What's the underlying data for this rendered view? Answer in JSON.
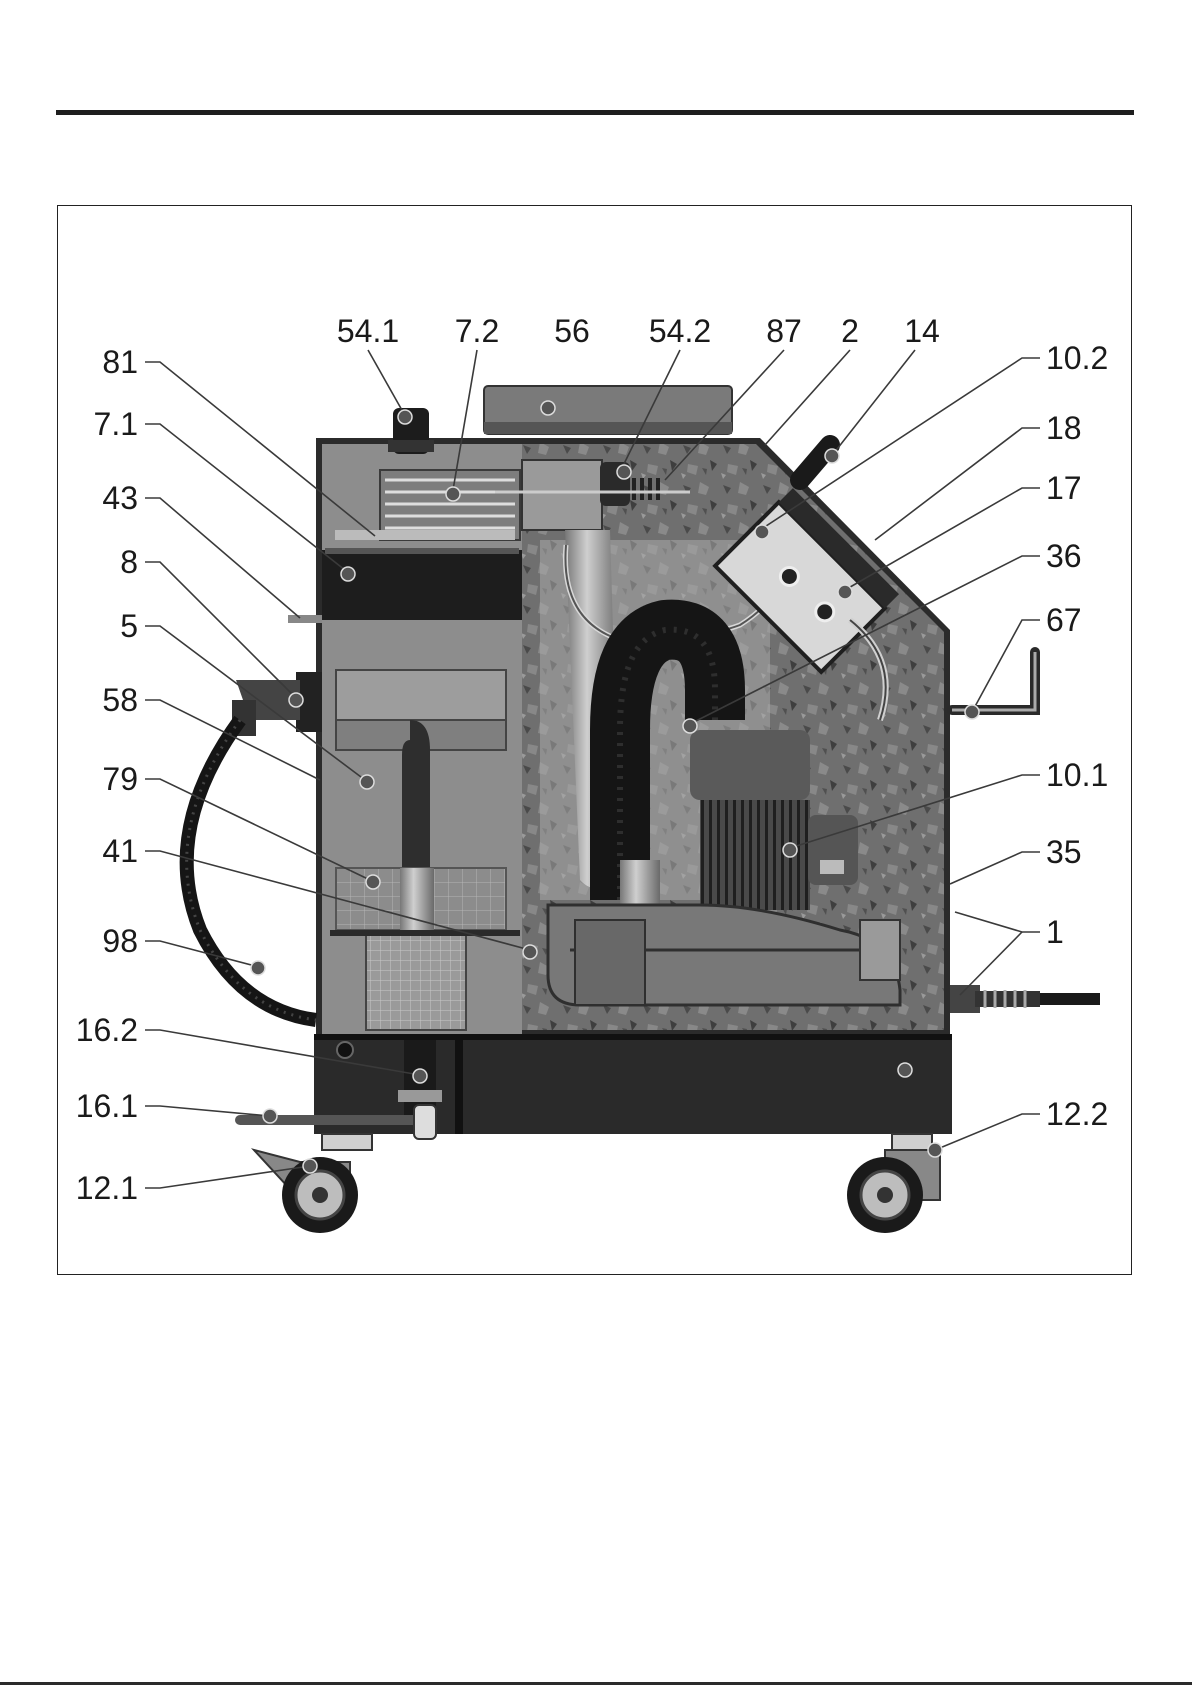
{
  "figure": {
    "labels_top": [
      "54.1",
      "7.2",
      "56",
      "54.2",
      "87",
      "2",
      "14"
    ],
    "labels_left": [
      "81",
      "7.1",
      "43",
      "8",
      "5",
      "58",
      "79",
      "41",
      "98",
      "16.2",
      "16.1",
      "12.1"
    ],
    "labels_right": [
      "10.2",
      "18",
      "17",
      "36",
      "67",
      "10.1",
      "35",
      "1",
      "12.2"
    ]
  }
}
